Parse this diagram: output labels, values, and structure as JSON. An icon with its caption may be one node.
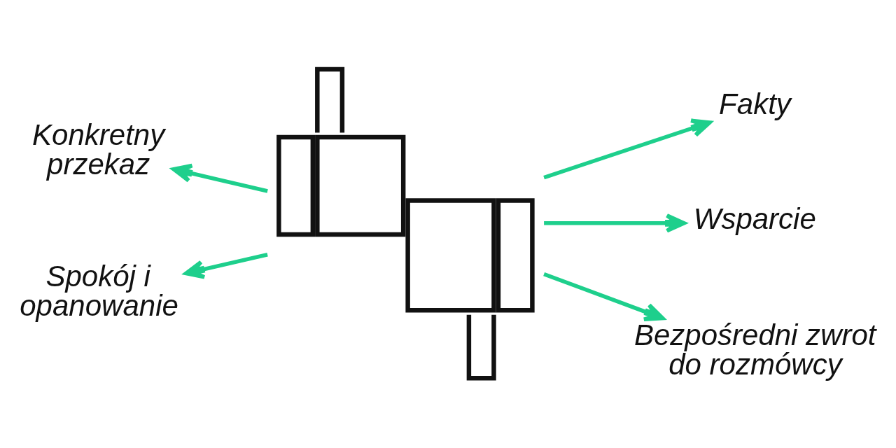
{
  "diagram": {
    "nodes": [
      {
        "text": [],
        "shape": "picture"
      },
      {
        "text": [
          "Fakty"
        ]
      },
      {
        "text": [
          "Konkretny przekaz"
        ]
      },
      {
        "text": [
          "Wsparcie"
        ]
      },
      {
        "text": [
          "Bezpośredni zwrot do rozmówcy"
        ]
      },
      {
        "text": [
          "Spokój i opanowanie"
        ]
      }
    ],
    "edges": [
      {
        "from": 0,
        "to": 1,
        "arrow": "to"
      },
      {
        "from": 0,
        "to": 2,
        "arrow": "to"
      },
      {
        "from": 0,
        "to": 3,
        "arrow": "to"
      },
      {
        "from": 0,
        "to": 4,
        "arrow": "to"
      },
      {
        "from": 0,
        "to": 5,
        "arrow": "to"
      }
    ]
  }
}
